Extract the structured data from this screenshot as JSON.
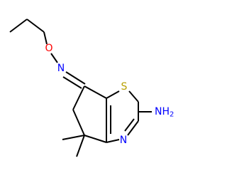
{
  "molecule": {
    "atoms": {
      "oxygen": {
        "symbol": "O",
        "color": "#ff0000"
      },
      "oxime_nitrogen": {
        "symbol": "N",
        "color": "#0000ff"
      },
      "sulfur": {
        "symbol": "S",
        "color": "#b8a000"
      },
      "ring_nitrogen": {
        "symbol": "N",
        "color": "#0000ff"
      },
      "amine": {
        "symbol": "NH",
        "subscript": "2",
        "color": "#0000ff"
      }
    },
    "bond_color": "#000000"
  }
}
